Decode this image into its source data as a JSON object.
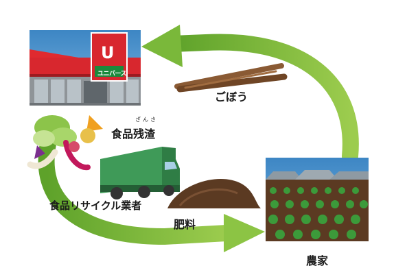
{
  "store": {
    "logo_letter": "U",
    "sign_text": "ユニバース"
  },
  "labels": {
    "gobou": "ごぼう",
    "food_residue": "食品残渣",
    "food_residue_ruby": "ざんさ",
    "recycler": "食品リサイクル業者",
    "fertilizer": "肥料",
    "farmer": "農家"
  },
  "colors": {
    "arrow_green": "#7ab83a",
    "store_red": "#d8272e",
    "truck_green": "#3f9a58",
    "soil_brown": "#5b3a22",
    "sky_blue": "#4f93c8"
  }
}
